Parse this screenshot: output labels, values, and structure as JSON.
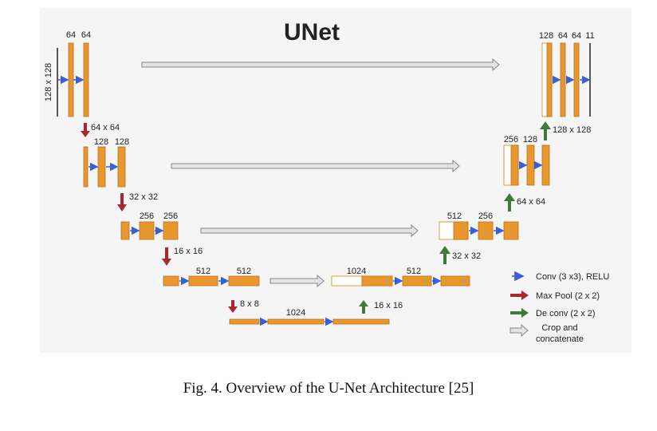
{
  "diagram": {
    "title": "UNet",
    "colors": {
      "block": "#e8962e",
      "block_edge": "#b8741e",
      "conv": "#3b5fd6",
      "pool": "#a8282e",
      "deconv": "#3f7a3a",
      "crop_fill": "#e3e3e3",
      "crop_edge": "#888888"
    },
    "input_size": "128 x 128",
    "levels": [
      {
        "id": "L1",
        "enc_channels": [
          "64",
          "64"
        ],
        "dec_channels": [
          "128",
          "64",
          "64",
          "11"
        ]
      },
      {
        "id": "L2",
        "pool_label": "64 x 64",
        "enc_channels": [
          "128",
          "128"
        ],
        "dec_channels": [
          "256",
          "128"
        ],
        "up_label": "128 x 128"
      },
      {
        "id": "L3",
        "pool_label": "32 x 32",
        "enc_channels": [
          "256",
          "256"
        ],
        "dec_channels": [
          "512",
          "256"
        ],
        "up_label": "64 x 64"
      },
      {
        "id": "L4",
        "pool_label": "16 x 16",
        "enc_channels": [
          "512",
          "512"
        ],
        "dec_channels": [
          "1024",
          "512"
        ],
        "up_label": "32 x 32"
      },
      {
        "id": "L5",
        "pool_label": "8 x 8",
        "channels": [
          "1024"
        ],
        "up_label": "16 x 16"
      }
    ],
    "legend": [
      {
        "icon": "conv-arrow-icon",
        "label": "Conv (3 x3), RELU"
      },
      {
        "icon": "max-pool-arrow-icon",
        "label": "Max Pool (2 x 2)"
      },
      {
        "icon": "de-conv-arrow-icon",
        "label": "De conv (2 x 2)"
      },
      {
        "icon": "crop-concat-arrow-icon",
        "label_line1": "Crop and",
        "label_line2": "concatenate"
      }
    ]
  },
  "caption": "Fig. 4.  Overview of the U-Net Architecture [25]"
}
